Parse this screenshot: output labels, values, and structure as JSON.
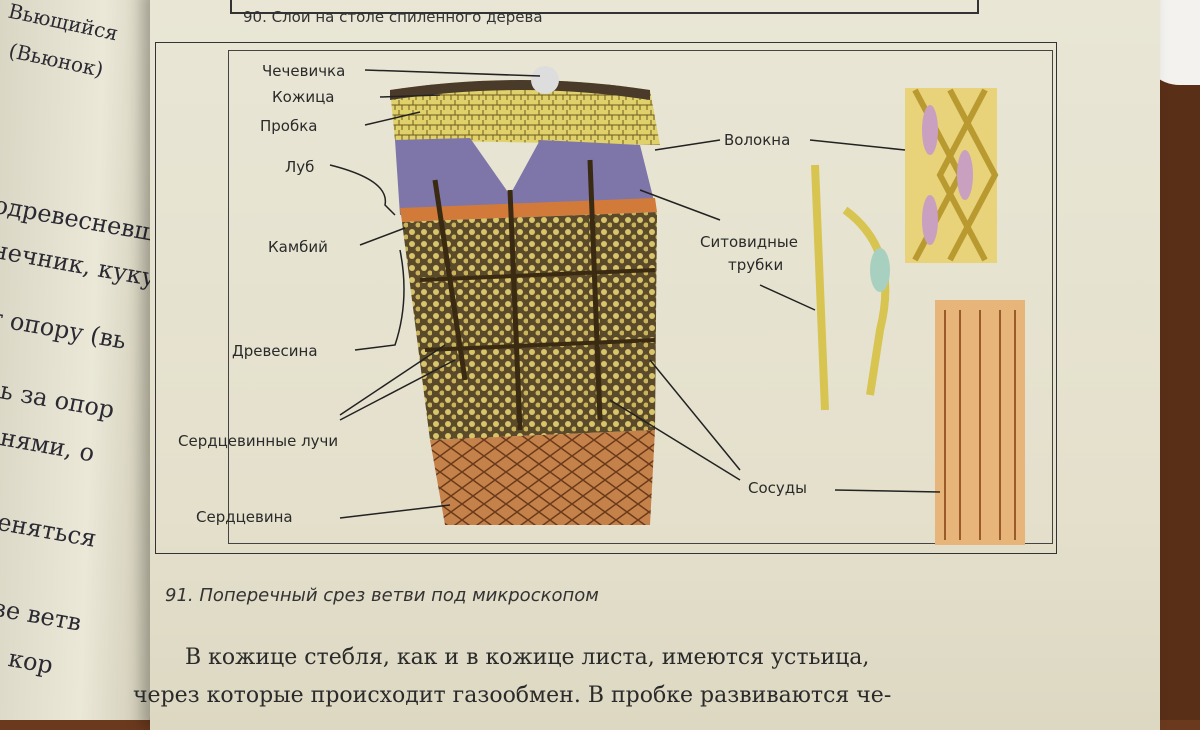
{
  "left_page": {
    "lines": [
      "Вьющийся",
      "(Вьюнок)",
      "одревесневш",
      "нечник, куку",
      "т опору (вь",
      "сь за опор",
      "рнями, о",
      "реняться",
      "езе ветв",
      "и: кор"
    ]
  },
  "figure90": {
    "title": "90. Слои на столе спиленного дерева"
  },
  "figure91": {
    "labels": {
      "chechevichka": "Чечевичка",
      "kozhitsa": "Кожица",
      "probka": "Пробка",
      "lub": "Луб",
      "kambiy": "Камбий",
      "drevesina": "Древесина",
      "serdtsevinnye_luchi": "Сердцевинные лучи",
      "serdtsevina": "Сердцевина",
      "volokna": "Волокна",
      "sitovidnye_1": "Ситовидные",
      "sitovidnye_2": "трубки",
      "sosudy": "Сосуды"
    },
    "caption": "91. Поперечный срез ветви под микроскопом"
  },
  "body": {
    "line1": "В кожице стебля, как и в кожице листа, имеются устьица,",
    "line2": "через которые происходит газообмен. В пробке развиваются че-"
  }
}
